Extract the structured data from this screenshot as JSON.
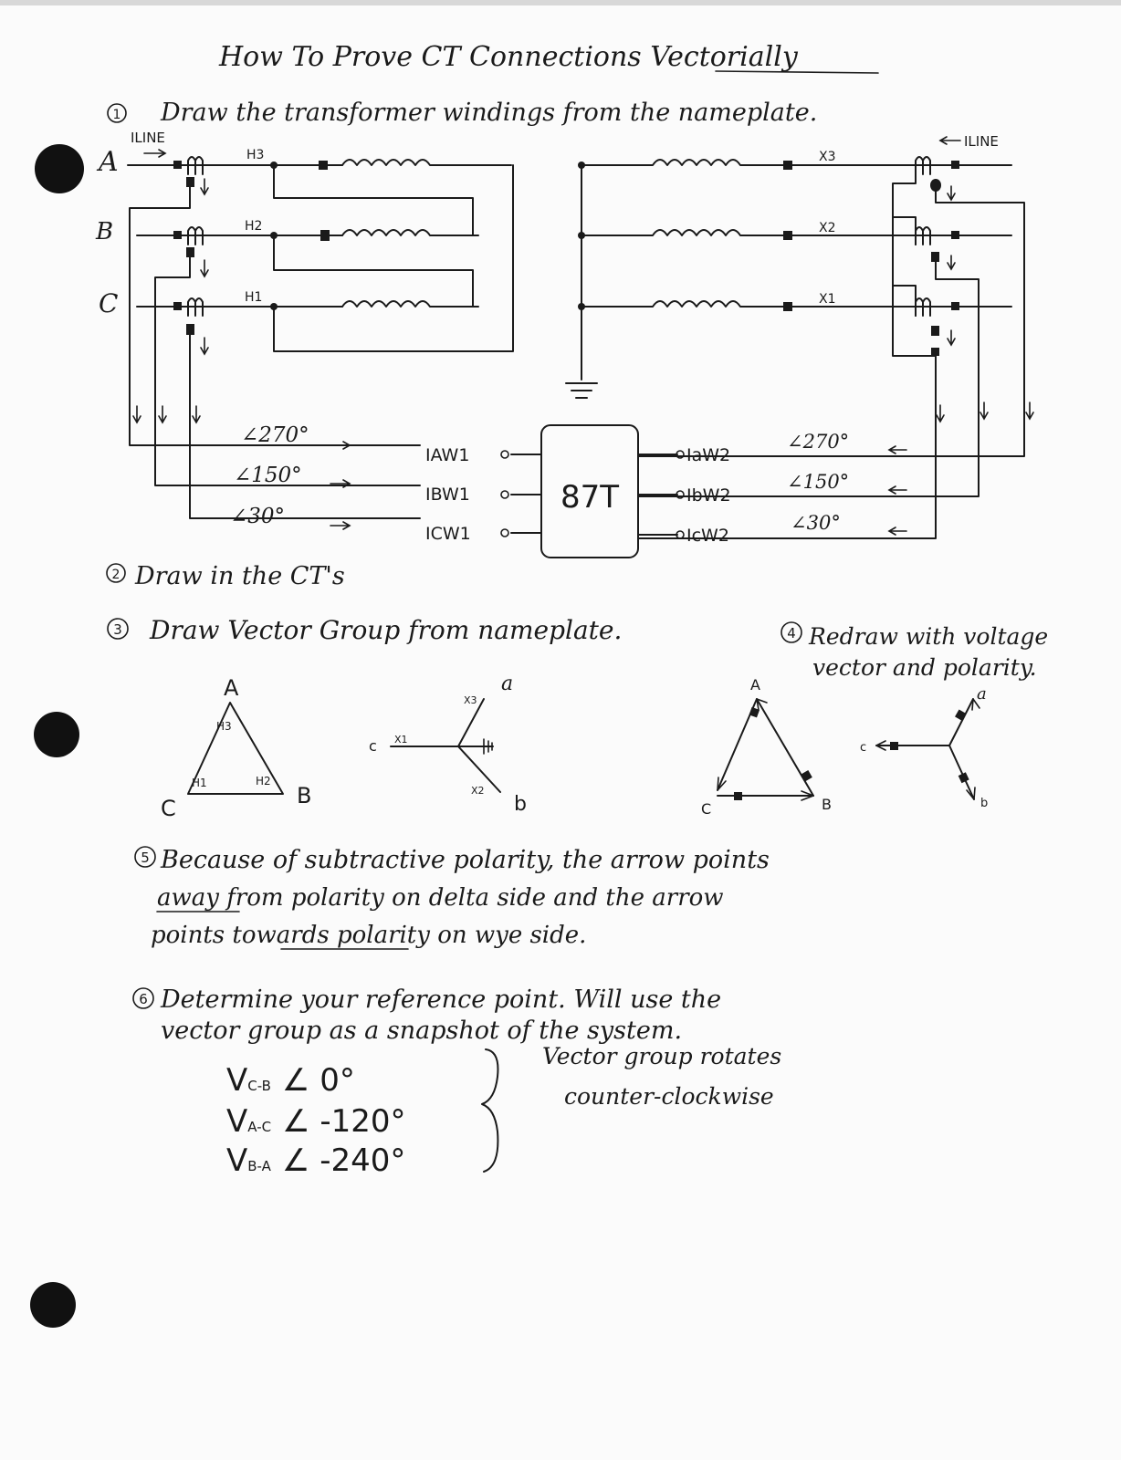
{
  "title": "How To Prove CT Connections Vectorially",
  "steps": {
    "s1": {
      "num": "1",
      "text": "Draw the transformer windings from the nameplate."
    },
    "s2": {
      "num": "2",
      "text": "Draw in the CT's"
    },
    "s3": {
      "num": "3",
      "text": "Draw Vector Group from nameplate."
    },
    "s4": {
      "num": "4",
      "line1": "Redraw with voltage",
      "line2": "vector and polarity."
    },
    "s5": {
      "num": "5",
      "line1": "Because of subtractive polarity, the arrow points",
      "line2": "away from polarity on delta side and the arrow",
      "line3": "points towards polarity on wye side."
    },
    "s6": {
      "num": "6",
      "line1": "Determine your reference point. Will use the",
      "line2": "vector group as a snapshot of the system."
    }
  },
  "schematic": {
    "iline_left": "ILINE",
    "iline_right": "ILINE",
    "phases": [
      "A",
      "B",
      "C"
    ],
    "hv_terminals": [
      "H3",
      "H2",
      "H1"
    ],
    "lv_terminals": [
      "X3",
      "X2",
      "X1"
    ],
    "relay": "87T",
    "left_inputs": [
      "IAW1",
      "IBW1",
      "ICW1"
    ],
    "right_inputs": [
      "IaW2",
      "IbW2",
      "IcW2"
    ],
    "left_angles": [
      "∠270°",
      "∠150°",
      "∠30°"
    ],
    "right_angles": [
      "∠270°",
      "∠150°",
      "∠30°"
    ]
  },
  "vector_group": {
    "delta": {
      "vertices": [
        "A",
        "B",
        "C"
      ],
      "terminals": [
        "H3",
        "H1",
        "H2"
      ]
    },
    "wye": {
      "ends": [
        "a",
        "b",
        "c"
      ],
      "terminals": [
        "X3",
        "X2",
        "X1"
      ]
    }
  },
  "redraw": {
    "delta_vertices": [
      "A",
      "B",
      "C"
    ],
    "wye_ends": [
      "a",
      "b",
      "c"
    ]
  },
  "reference": {
    "eq1": {
      "v": "V",
      "sub": "C-B",
      "ang": "∠ 0°"
    },
    "eq2": {
      "v": "V",
      "sub": "A-C",
      "ang": "∠ -120°"
    },
    "eq3": {
      "v": "V",
      "sub": "B-A",
      "ang": "∠ -240°"
    },
    "note1": "Vector group rotates",
    "note2": "counter-clockwise"
  }
}
